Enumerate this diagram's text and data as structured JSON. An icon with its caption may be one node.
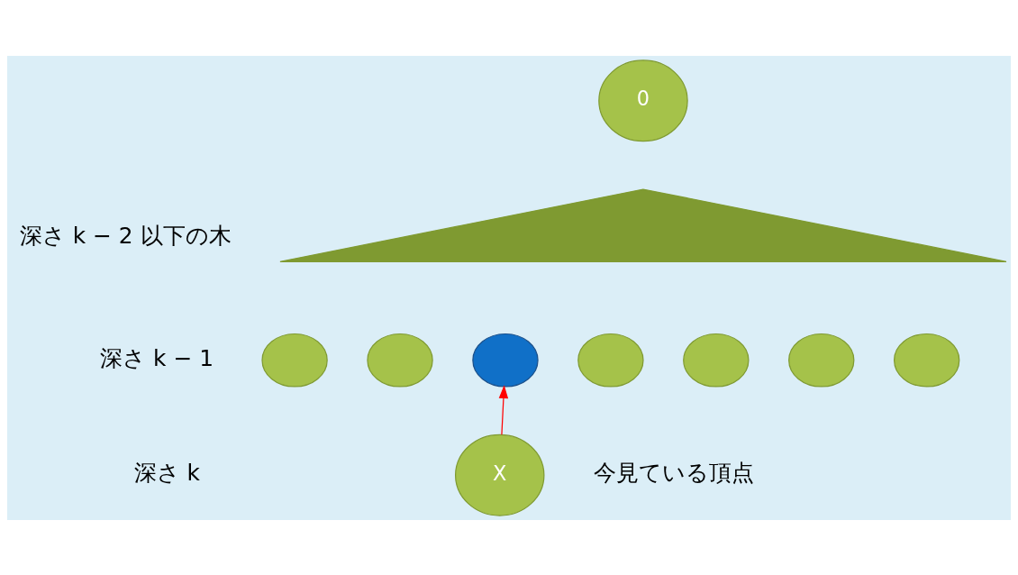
{
  "diagram": {
    "nodes": [
      {
        "text": [
          "0"
        ]
      },
      {
        "text": [],
        "shape": "triangle"
      },
      {
        "text": [],
        "shape": "ellipse"
      },
      {
        "text": [],
        "shape": "ellipse"
      },
      {
        "text": [],
        "shape": "ellipse"
      },
      {
        "text": [],
        "shape": "ellipse"
      },
      {
        "text": [],
        "shape": "ellipse"
      },
      {
        "text": [],
        "shape": "ellipse"
      },
      {
        "text": [],
        "shape": "ellipse"
      },
      {
        "text": [
          "X"
        ],
        "beside": [
          "今見ている頂点"
        ]
      }
    ],
    "edges": [
      {
        "from": 9,
        "to": 4,
        "arrow": "to",
        "color": "#ff0000"
      }
    ],
    "labels": [
      "深さ k − 2 以下の木",
      "深さ k − 1",
      "深さ k"
    ]
  }
}
